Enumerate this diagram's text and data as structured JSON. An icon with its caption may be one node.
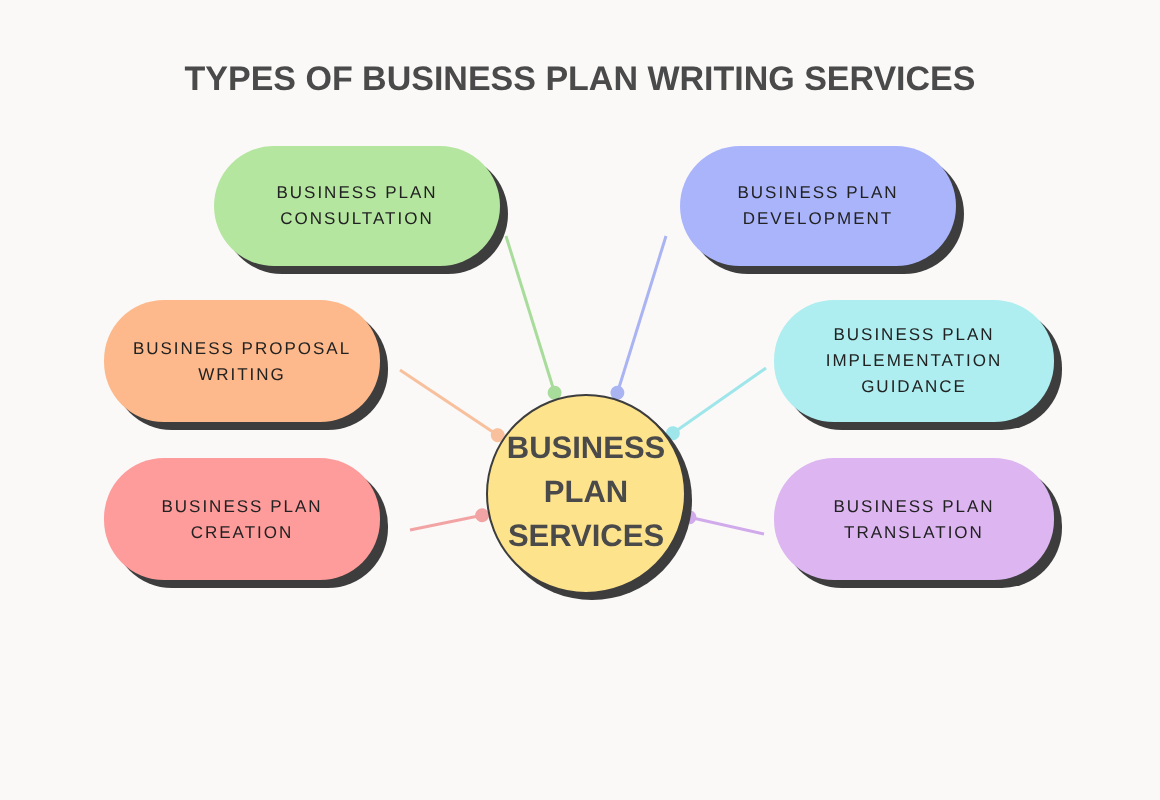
{
  "diagram": {
    "title": "TYPES OF BUSINESS PLAN WRITING SERVICES",
    "nodes": [
      {
        "text": [
          "BUSINESS PLAN CONSULTATION"
        ]
      },
      {
        "text": [
          "BUSINESS PLAN DEVELOPMENT"
        ]
      },
      {
        "text": [
          "BUSINESS PROPOSAL WRITING"
        ]
      },
      {
        "text": [
          "BUSINESS PLAN IMPLEMENTATION GUIDANCE"
        ]
      },
      {
        "text": [
          "BUSINESS PLAN SERVICES"
        ]
      },
      {
        "text": [
          "BUSINESS PLAN CREATION"
        ]
      },
      {
        "text": [
          "BUSINESS PLAN TRANSLATION"
        ]
      }
    ],
    "edges": [
      {
        "from": 0,
        "to": 4,
        "arrow": "other",
        "color": "#a8dc9a"
      },
      {
        "from": 1,
        "to": 4,
        "arrow": "other",
        "color": "#aab4f2"
      },
      {
        "from": 2,
        "to": 4,
        "arrow": "other",
        "color": "#f8c09c"
      },
      {
        "from": 3,
        "to": 4,
        "arrow": "other",
        "color": "#9fe6ea"
      },
      {
        "from": 5,
        "to": 4,
        "arrow": "other",
        "color": "#f2a4a4"
      },
      {
        "from": 6,
        "to": 4,
        "arrow": "other",
        "color": "#d0aaea"
      }
    ]
  }
}
